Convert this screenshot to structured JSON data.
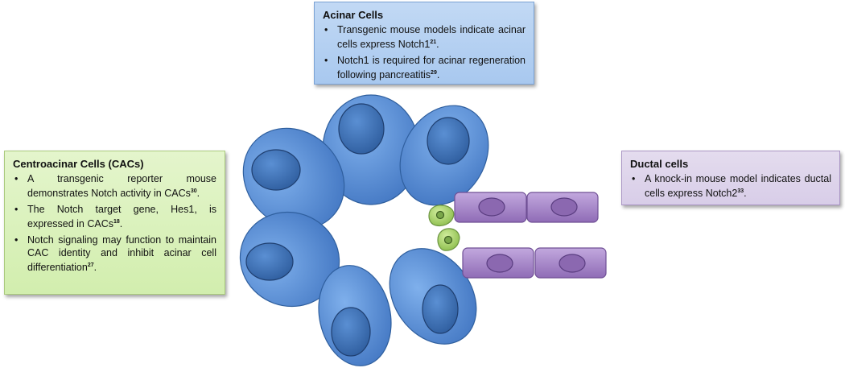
{
  "acinar": {
    "title": "Acinar Cells",
    "bullets": [
      {
        "text": "Transgenic mouse models indicate acinar cells express Notch1",
        "ref": "21",
        "tail": "."
      },
      {
        "text": "Notch1 is required for acinar regeneration following pancreatitis",
        "ref": "29",
        "tail": "."
      }
    ]
  },
  "cac": {
    "title": "Centroacinar Cells (CACs)",
    "bullets": [
      {
        "text": "A transgenic reporter mouse demonstrates Notch activity in CACs",
        "ref": "30",
        "tail": "."
      },
      {
        "text": "The Notch target gene, Hes1, is expressed in CACs",
        "ref": "18",
        "tail": "."
      },
      {
        "text": "Notch signaling may function to maintain CAC identity and inhibit acinar cell differentiation",
        "ref": "27",
        "tail": "."
      }
    ]
  },
  "ductal": {
    "title": "Ductal cells",
    "bullets": [
      {
        "text": "A knock-in mouse model indicates ductal cells express Notch2",
        "ref": "33",
        "tail": "."
      }
    ]
  },
  "colors": {
    "acinar_fill": "#4f86d0",
    "acinar_stroke": "#2f5f9e",
    "nucleus_fill": "#3a6cad",
    "ductal_fill": "#a685c8",
    "ductal_stroke": "#6f4f95",
    "ductal_nucleus": "#8a67ae",
    "cac_fill": "#a9d36a",
    "cac_nucleus": "#6b9440"
  }
}
